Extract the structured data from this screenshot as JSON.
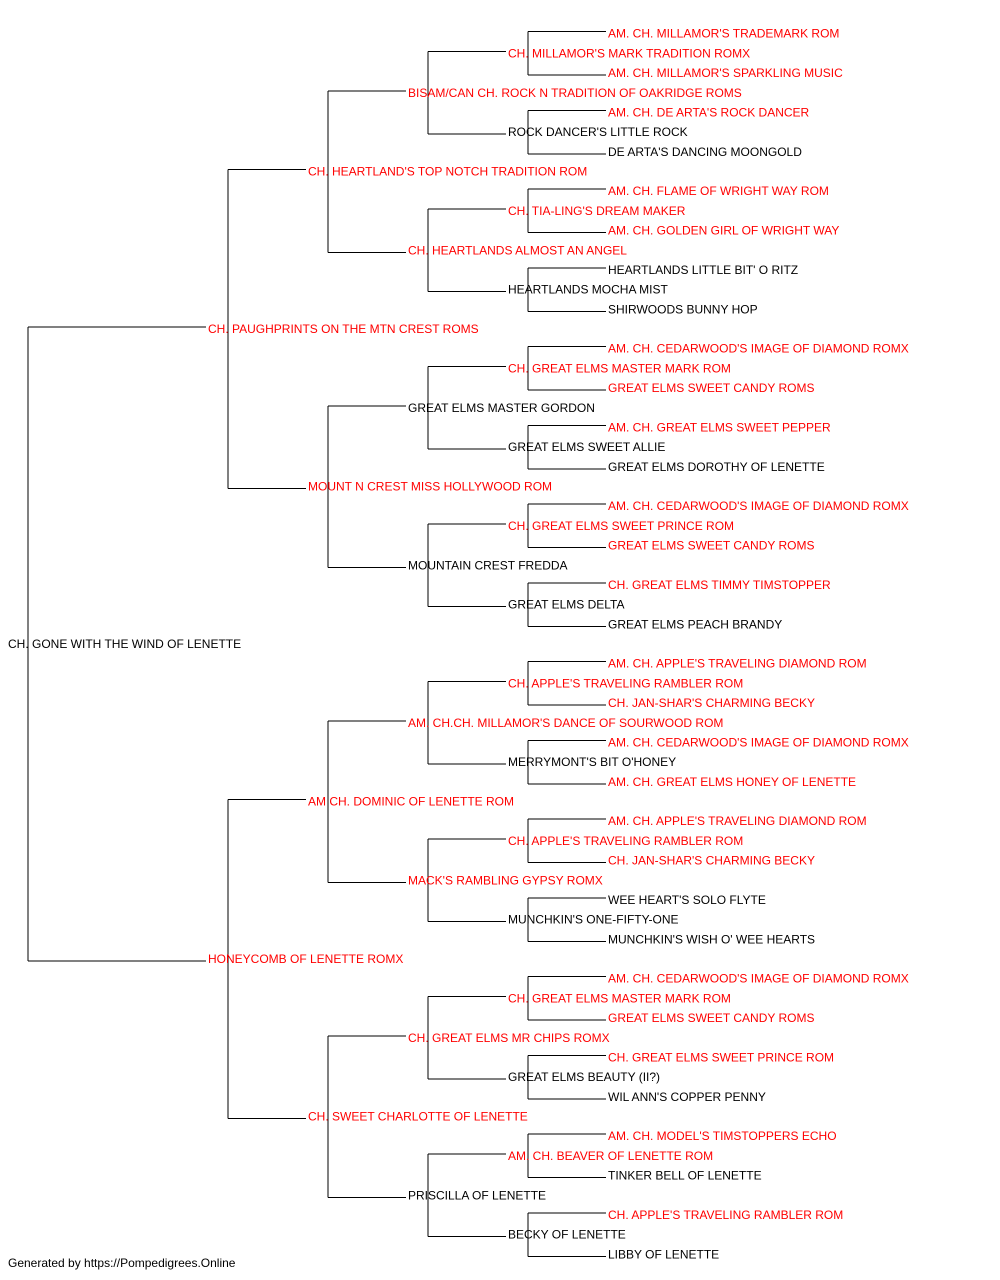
{
  "colors": {
    "titled": "#ff0000",
    "untitled": "#000000",
    "line": "#000000"
  },
  "pedigree": {
    "name": "CH. GONE WITH THE WIND OF LENETTE",
    "titled": false,
    "sire": {
      "name": "CH. PAUGHPRINTS ON THE MTN CREST ROMS",
      "titled": true,
      "sire": {
        "name": "CH. HEARTLAND'S TOP NOTCH TRADITION ROM",
        "titled": true,
        "sire": {
          "name": "BISAM/CAN CH. ROCK N TRADITION OF OAKRIDGE ROMS",
          "titled": true,
          "sire": {
            "name": "CH. MILLAMOR'S MARK TRADITION ROMX",
            "titled": true,
            "sire": {
              "name": "AM. CH. MILLAMOR'S TRADEMARK ROM",
              "titled": true
            },
            "dam": {
              "name": "AM. CH. MILLAMOR'S SPARKLING MUSIC",
              "titled": true
            }
          },
          "dam": {
            "name": "ROCK DANCER'S LITTLE ROCK",
            "titled": false,
            "sire": {
              "name": "AM. CH. DE ARTA'S ROCK DANCER",
              "titled": true
            },
            "dam": {
              "name": "DE ARTA'S DANCING MOONGOLD",
              "titled": false
            }
          }
        },
        "dam": {
          "name": "CH. HEARTLANDS ALMOST AN ANGEL",
          "titled": true,
          "sire": {
            "name": "CH. TIA-LING'S DREAM MAKER",
            "titled": true,
            "sire": {
              "name": "AM. CH. FLAME OF WRIGHT WAY ROM",
              "titled": true
            },
            "dam": {
              "name": "AM. CH. GOLDEN GIRL OF WRIGHT WAY",
              "titled": true
            }
          },
          "dam": {
            "name": "HEARTLANDS MOCHA MIST",
            "titled": false,
            "sire": {
              "name": "HEARTLANDS LITTLE BIT' O RITZ",
              "titled": false
            },
            "dam": {
              "name": "SHIRWOODS BUNNY HOP",
              "titled": false
            }
          }
        }
      },
      "dam": {
        "name": "MOUNT N CREST MISS HOLLYWOOD ROM",
        "titled": true,
        "sire": {
          "name": "GREAT ELMS MASTER GORDON",
          "titled": false,
          "sire": {
            "name": "CH. GREAT ELMS MASTER MARK ROM",
            "titled": true,
            "sire": {
              "name": "AM. CH. CEDARWOOD'S IMAGE OF DIAMOND ROMX",
              "titled": true
            },
            "dam": {
              "name": "GREAT ELMS SWEET CANDY ROMS",
              "titled": true
            }
          },
          "dam": {
            "name": "GREAT ELMS SWEET ALLIE",
            "titled": false,
            "sire": {
              "name": "AM. CH. GREAT ELMS SWEET PEPPER",
              "titled": true
            },
            "dam": {
              "name": "GREAT ELMS DOROTHY OF LENETTE",
              "titled": false
            }
          }
        },
        "dam": {
          "name": "MOUNTAIN CREST FREDDA",
          "titled": false,
          "sire": {
            "name": "CH. GREAT ELMS SWEET PRINCE ROM",
            "titled": true,
            "sire": {
              "name": "AM. CH. CEDARWOOD'S IMAGE OF DIAMOND ROMX",
              "titled": true
            },
            "dam": {
              "name": "GREAT ELMS SWEET CANDY ROMS",
              "titled": true
            }
          },
          "dam": {
            "name": "GREAT ELMS DELTA",
            "titled": false,
            "sire": {
              "name": "CH. GREAT ELMS TIMMY TIMSTOPPER",
              "titled": true
            },
            "dam": {
              "name": "GREAT ELMS PEACH BRANDY",
              "titled": false
            }
          }
        }
      }
    },
    "dam": {
      "name": "HONEYCOMB OF LENETTE ROMX",
      "titled": true,
      "sire": {
        "name": "AM CH. DOMINIC OF LENETTE ROM",
        "titled": true,
        "sire": {
          "name": "AM. CH.CH. MILLAMOR'S DANCE OF SOURWOOD ROM",
          "titled": true,
          "sire": {
            "name": "CH. APPLE'S TRAVELING RAMBLER ROM",
            "titled": true,
            "sire": {
              "name": "AM. CH. APPLE'S TRAVELING DIAMOND ROM",
              "titled": true
            },
            "dam": {
              "name": "CH. JAN-SHAR'S CHARMING BECKY",
              "titled": true
            }
          },
          "dam": {
            "name": "MERRYMONT'S BIT O'HONEY",
            "titled": false,
            "sire": {
              "name": "AM. CH. CEDARWOOD'S IMAGE OF DIAMOND ROMX",
              "titled": true
            },
            "dam": {
              "name": "AM. CH. GREAT ELMS HONEY OF LENETTE",
              "titled": true
            }
          }
        },
        "dam": {
          "name": "MACK'S RAMBLING GYPSY ROMX",
          "titled": true,
          "sire": {
            "name": "CH. APPLE'S TRAVELING RAMBLER ROM",
            "titled": true,
            "sire": {
              "name": "AM. CH. APPLE'S TRAVELING DIAMOND ROM",
              "titled": true
            },
            "dam": {
              "name": "CH. JAN-SHAR'S CHARMING BECKY",
              "titled": true
            }
          },
          "dam": {
            "name": "MUNCHKIN'S ONE-FIFTY-ONE",
            "titled": false,
            "sire": {
              "name": "WEE HEART'S SOLO FLYTE",
              "titled": false
            },
            "dam": {
              "name": "MUNCHKIN'S WISH O' WEE HEARTS",
              "titled": false
            }
          }
        }
      },
      "dam": {
        "name": "CH. SWEET CHARLOTTE OF LENETTE",
        "titled": true,
        "sire": {
          "name": "CH. GREAT ELMS MR CHIPS ROMX",
          "titled": true,
          "sire": {
            "name": "CH. GREAT ELMS MASTER MARK ROM",
            "titled": true,
            "sire": {
              "name": "AM. CH. CEDARWOOD'S IMAGE OF DIAMOND ROMX",
              "titled": true
            },
            "dam": {
              "name": "GREAT ELMS SWEET CANDY ROMS",
              "titled": true
            }
          },
          "dam": {
            "name": "GREAT ELMS BEAUTY (II?)",
            "titled": false,
            "sire": {
              "name": "CH. GREAT ELMS SWEET PRINCE ROM",
              "titled": true
            },
            "dam": {
              "name": "WIL ANN'S COPPER PENNY",
              "titled": false
            }
          }
        },
        "dam": {
          "name": "PRISCILLA OF LENETTE",
          "titled": false,
          "sire": {
            "name": "AM. CH. BEAVER OF LENETTE ROM",
            "titled": true,
            "sire": {
              "name": "AM. CH. MODEL'S TIMSTOPPERS ECHO",
              "titled": true
            },
            "dam": {
              "name": "TINKER BELL OF LENETTE",
              "titled": false
            }
          },
          "dam": {
            "name": "BECKY OF LENETTE",
            "titled": false,
            "sire": {
              "name": "CH. APPLE'S TRAVELING RAMBLER ROM",
              "titled": true
            },
            "dam": {
              "name": "LIBBY OF LENETTE",
              "titled": false
            }
          }
        }
      }
    }
  },
  "footer": "Generated by https://Pompedigrees.Online"
}
